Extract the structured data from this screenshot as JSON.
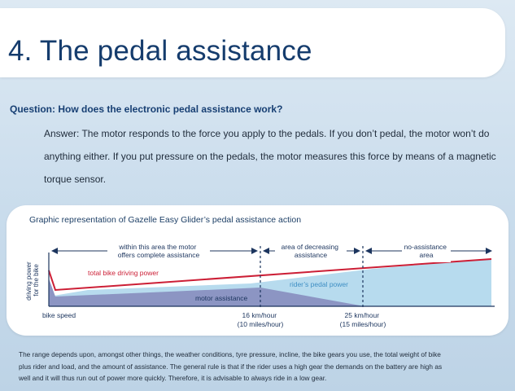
{
  "title": "4. The pedal assistance",
  "question": "Question: How does the electronic pedal assistance work?",
  "answer": "Answer: The motor responds to the force you apply to the pedals. If you don’t pedal, the motor won’t do anything either. If you put pressure on the pedals, the motor measures this force by means of a magnetic torque sensor.",
  "chart": {
    "title": "Graphic representation of Gazelle Easy Glider’s pedal assistance action",
    "zone_complete_line1": "within this area the motor",
    "zone_complete_line2": "offers complete assistance",
    "zone_decreasing_line1": "area of decreasing",
    "zone_decreasing_line2": "assistance",
    "zone_none_line1": "no-assistance",
    "zone_none_line2": "area",
    "y_label_line1": "driving power",
    "y_label_line2": "for the bike",
    "x_label": "bike speed",
    "total_label": "total bike driving power",
    "pedal_label": "rider’s pedal power",
    "motor_label": "motor assistance",
    "tick1_line1": "16 km/hour",
    "tick1_line2": "(10 miles/hour)",
    "tick2_line1": "25 km/hour",
    "tick2_line2": "(15 miles/hour)",
    "colors": {
      "total_line": "#cc1f36",
      "pedal_area": "#b7dbee",
      "motor_area": "#8c95c3",
      "axis": "#1c355e"
    }
  },
  "footer": {
    "line1": "The range depends upon, amongst other things, the weather conditions, tyre pressure, incline, the bike gears you use, the total weight of bike",
    "line2": "plus rider and load, and the amount of assistance. The general rule is that if the rider uses a high gear the demands on the battery are high as",
    "line3": "well and it will thus run out of power more quickly. Therefore, it is advisable to always ride in a low gear."
  }
}
